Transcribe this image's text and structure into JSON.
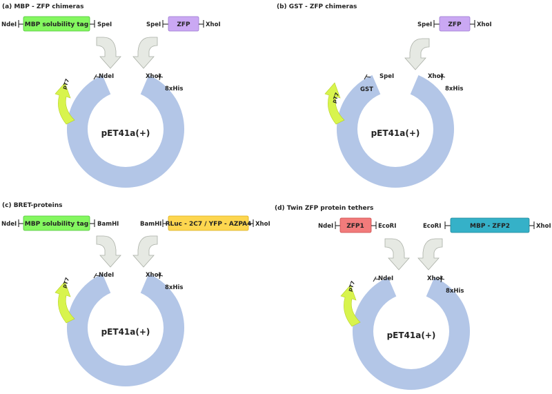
{
  "panels": {
    "a": {
      "title": "(a) MBP - ZFP chimeras",
      "box1": {
        "label": "MBP solubility tag",
        "left": "NdeI",
        "right": "SpeI",
        "color": "#84f760"
      },
      "box2": {
        "label": "ZFP",
        "left": "SpeI",
        "right": "XhoI",
        "color": "#caa8f3"
      },
      "plasmid": "pET41a(+)",
      "site_left": "NdeI",
      "site_right": "XhoI",
      "his": "8xHis",
      "promoter": "pT7"
    },
    "b": {
      "title": "(b) GST - ZFP chimeras",
      "box": {
        "label": "ZFP",
        "left": "SpeI",
        "right": "XhoI",
        "color": "#caa8f3"
      },
      "plasmid": "pET41a(+)",
      "site_left": "SpeI",
      "site_right": "XhoI",
      "gst": "GST",
      "his": "8xHis",
      "promoter": "pT7"
    },
    "c": {
      "title": "(c) BRET-proteins",
      "box1": {
        "label": "MBP solubility tag",
        "left": "NdeI",
        "right": "BamHI",
        "color": "#84f760"
      },
      "box2": {
        "label": "RLuc - 2C7 / YFP - AZPA4",
        "left": "BamHI",
        "right": "XhoI",
        "color": "#fdd64f"
      },
      "plasmid": "pET41a(+)",
      "site_left": "NdeI",
      "site_right": "XhoI",
      "his": "8xHis",
      "promoter": "pT7"
    },
    "d": {
      "title": "(d) Twin ZFP protein tethers",
      "box1": {
        "label": "ZFP1",
        "left": "NdeI",
        "right": "EcoRI",
        "color": "#f27b7b"
      },
      "box2": {
        "label": "MBP - ZFP2",
        "left": "EcoRI",
        "right": "XhoI",
        "color": "#35b1c8"
      },
      "plasmid": "pET41a(+)",
      "site_left": "NdeI",
      "site_right": "XhoI",
      "his": "8xHis",
      "promoter": "pT7"
    }
  }
}
